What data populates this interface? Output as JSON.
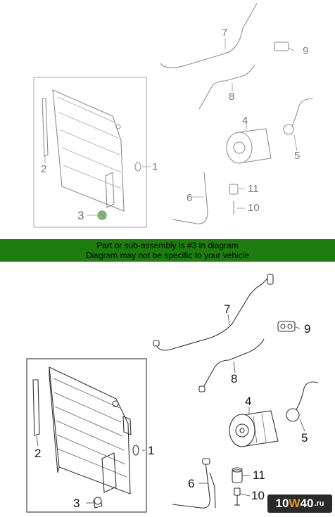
{
  "banner": {
    "line1": "Part or sub-assembly is #3 in diagram",
    "line2": "Diagram may not be specific to your vehicle"
  },
  "callouts": {
    "c1": "1",
    "c2": "2",
    "c3": "3",
    "c4": "4",
    "c5": "5",
    "c6": "6",
    "c7": "7",
    "c8": "8",
    "c9": "9",
    "c10": "10",
    "c11": "11"
  },
  "logo": {
    "prefix": "10",
    "accent": "W",
    "suffix": "40",
    "tld": ".ru"
  },
  "highlight_color": "#1d7d0e",
  "selected_part": "3"
}
